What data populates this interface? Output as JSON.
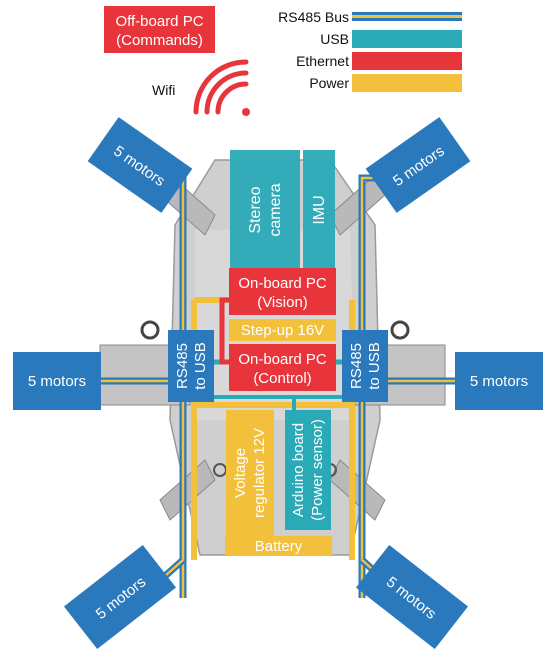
{
  "offboard": {
    "line1": "Off-board PC",
    "line2": "(Commands)"
  },
  "wifi": {
    "label": "Wifi"
  },
  "legend": {
    "items": [
      {
        "label": "RS485 Bus",
        "kind": "rs485"
      },
      {
        "label": "USB",
        "kind": "usb"
      },
      {
        "label": "Ethernet",
        "kind": "ethernet"
      },
      {
        "label": "Power",
        "kind": "power"
      }
    ]
  },
  "colors": {
    "blue": "#2a79bd",
    "cyan": "#2aa9b7",
    "red": "#e8353c",
    "yellow": "#f2c03a",
    "chassis": "#c9c9c9"
  },
  "modules": {
    "stereo": {
      "line1": "Stereo",
      "line2": "camera"
    },
    "imu": {
      "label": "IMU"
    },
    "vision": {
      "line1": "On-board PC",
      "line2": "(Vision)"
    },
    "stepup": {
      "label": "Step-up 16V"
    },
    "control": {
      "line1": "On-board PC",
      "line2": "(Control)"
    },
    "rs485_left": {
      "line1": "RS485",
      "line2": "to USB"
    },
    "rs485_right": {
      "line1": "RS485",
      "line2": "to USB"
    },
    "voltage": {
      "line1": "Voltage",
      "line2": "regulator 12V"
    },
    "arduino": {
      "line1": "Arduino board",
      "line2": "(Power sensor)"
    },
    "battery": {
      "label": "Battery"
    }
  },
  "motors": {
    "label": "5 motors"
  }
}
